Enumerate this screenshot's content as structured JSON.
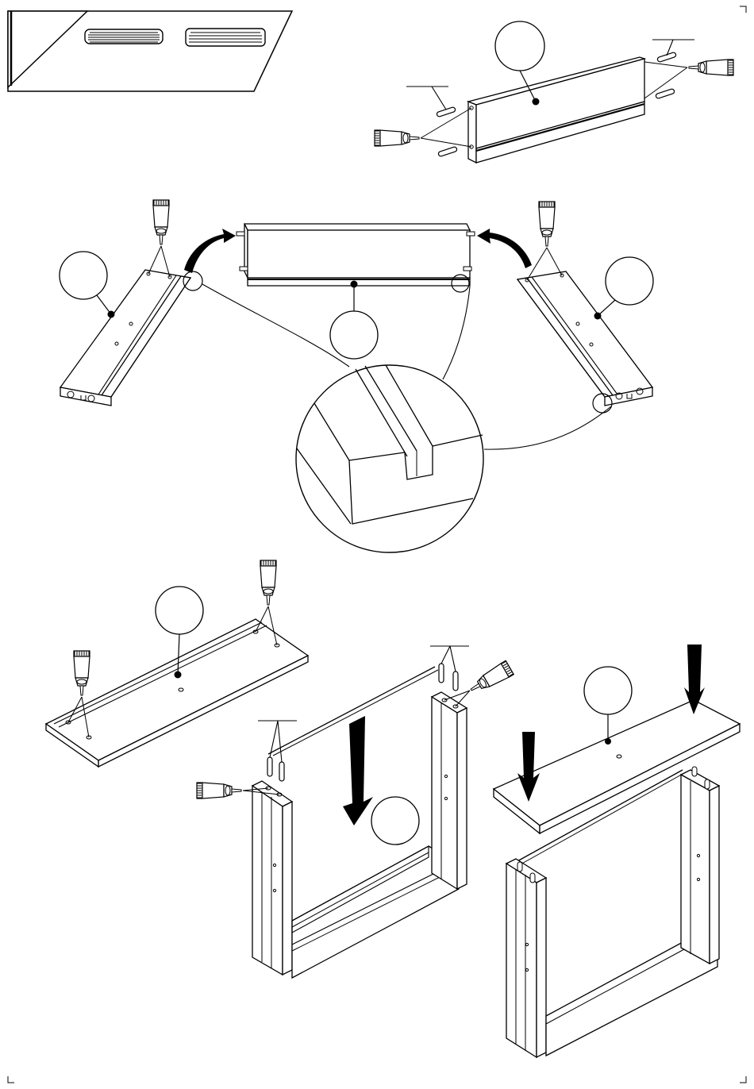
{
  "page": {
    "background": "#ffffff",
    "ink": "#000000"
  },
  "header": {
    "parts_legend": {
      "items": [
        {
          "icon": "short-dowel-icon",
          "label": ""
        },
        {
          "icon": "long-dowel-icon",
          "label": ""
        }
      ]
    }
  },
  "steps": [
    {
      "id": "panel-with-dowels",
      "callout": "",
      "dowel_labels": [
        "",
        ""
      ],
      "glue": [
        "glue-tube-icon",
        "glue-tube-icon"
      ]
    },
    {
      "id": "insert-back-panel-into-side-grooves",
      "callouts": [
        "",
        "",
        ""
      ],
      "detail": "groove-detail-magnifier",
      "glue": [
        "glue-tube-icon",
        "glue-tube-icon"
      ],
      "arrows": [
        "curved-arrow-icon",
        "curved-arrow-icon"
      ]
    },
    {
      "id": "bottom-panel-glue",
      "callout": "",
      "glue": [
        "glue-tube-icon",
        "glue-tube-icon"
      ]
    },
    {
      "id": "frame-assembly",
      "callout": "",
      "dowel_labels": [
        "",
        ""
      ],
      "glue": [
        "glue-tube-icon",
        "glue-tube-icon"
      ],
      "arrows": [
        "down-arrow-icon"
      ]
    },
    {
      "id": "top-panel-placement",
      "callout": "",
      "arrows": [
        "down-arrow-icon",
        "down-arrow-icon"
      ]
    }
  ]
}
